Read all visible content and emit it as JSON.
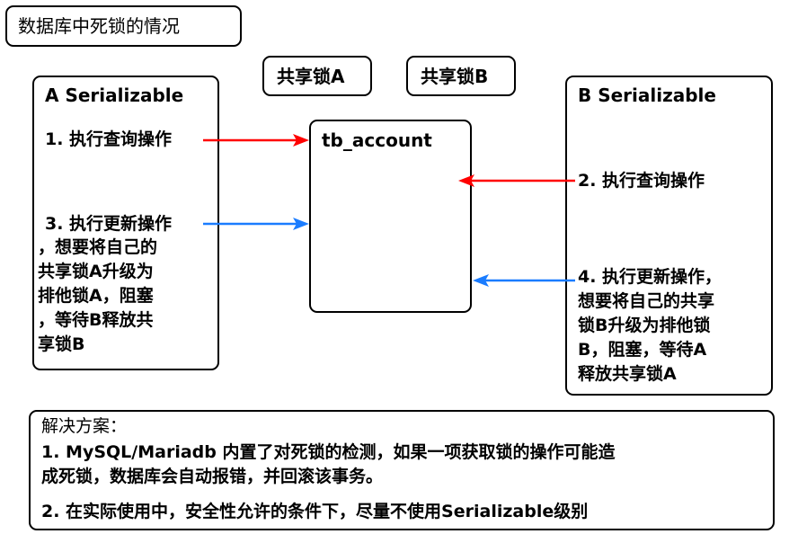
{
  "title": "数据库中死锁的情况",
  "locks": {
    "a": "共享锁A",
    "b": "共享锁B"
  },
  "table_name": "tb_account",
  "transaction_a": {
    "header": "A Serializable",
    "step1": "1. 执行查询操作",
    "step3_lines": [
      "3. 执行更新操作",
      "，想要将自己的",
      "共享锁A升级为",
      "排他锁A，阻塞",
      "，等待B释放共",
      "享锁B"
    ]
  },
  "transaction_b": {
    "header": "B Serializable",
    "step2": "2. 执行查询操作",
    "step4_lines": [
      "4. 执行更新操作，",
      "想要将自己的共享",
      "锁B升级为排他锁",
      "B，阻塞，等待A",
      "释放共享锁A"
    ]
  },
  "solution": {
    "heading": "解决方案：",
    "item1_lines": [
      "1. MySQL/Mariadb 内置了对死锁的检测，如果一项获取锁的操作可能造",
      "成死锁，数据库会自动报错，并回滚该事务。"
    ],
    "item2": "2. 在实际使用中，安全性允许的条件下，尽量不使用Serializable级别"
  },
  "colors": {
    "query_arrow": "#ff0000",
    "update_arrow": "#1a7cff"
  }
}
